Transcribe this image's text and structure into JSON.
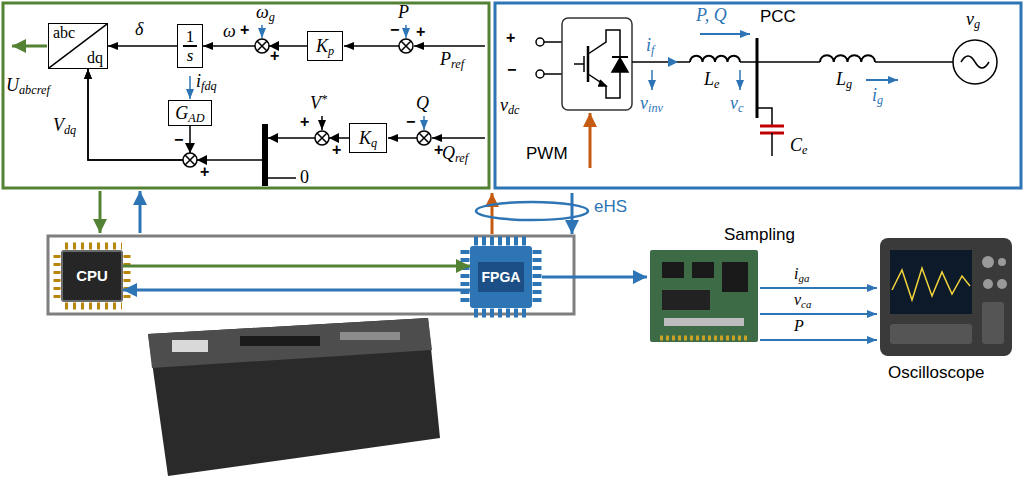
{
  "diagram": {
    "nodes": [
      {
        "text": [
          "abc",
          "dq"
        ]
      },
      {
        "text": [
          "1",
          "s"
        ]
      },
      {
        "text": [
          "Kp"
        ]
      },
      {
        "text": [
          "GAD"
        ]
      },
      {
        "text": [
          "Kq"
        ]
      },
      {
        "text": [
          "CPU"
        ]
      },
      {
        "text": [
          "FPGA"
        ]
      }
    ],
    "edges": [
      {
        "from": 2,
        "to": 1,
        "arrow": "to",
        "label": "ω"
      },
      {
        "from": 1,
        "to": 0,
        "arrow": "to",
        "label": "δ"
      },
      {
        "from": 4,
        "to": 0,
        "arrow": "to",
        "label": "Vdq"
      },
      {
        "from": 3,
        "to": 0,
        "arrow": "to"
      },
      {
        "from": 5,
        "to": 6,
        "arrow": "to"
      },
      {
        "from": 6,
        "to": 5,
        "arrow": "to"
      }
    ],
    "labels": [
      "ωg",
      "+",
      "+",
      "P",
      "−",
      "+",
      "Pref",
      "Uabcref",
      "ifdq",
      "V*",
      "+",
      "+",
      "Q",
      "−",
      "+",
      "Qref",
      "−",
      "+",
      "0",
      "+",
      "−",
      "vdc",
      "if",
      "Le",
      "P, Q",
      "PCC",
      "vinv",
      "vc",
      "Ce",
      "Lg",
      "vg",
      "ig",
      "PWM",
      "eHS",
      "Sampling",
      "iga",
      "vca",
      "P",
      "Oscilloscope"
    ]
  }
}
